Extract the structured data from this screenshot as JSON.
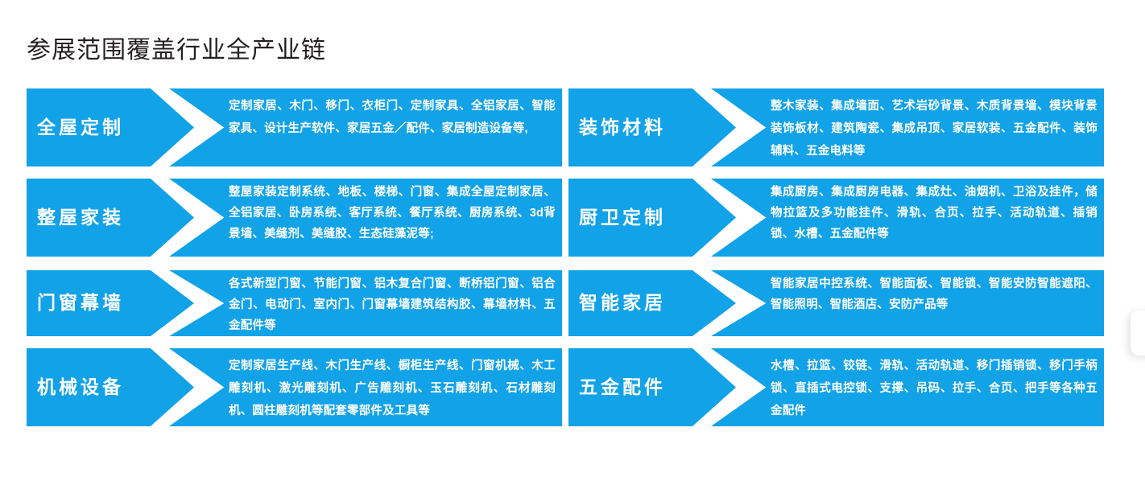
{
  "title": "参展范围覆盖行业全产业链",
  "theme": {
    "accent_blue": "#11a2e8",
    "title_color": "#231f20",
    "text_color": "#ffffff"
  },
  "rows": [
    {
      "left": {
        "label": "全屋定制",
        "description": "定制家居、木门、移门、衣柜门、定制家具、全铝家居、智能家具、设计生产软件、家居五金／配件、家居制造设备等,"
      },
      "right": {
        "label": "装饰材料",
        "description": "整木家装、集成墙面、艺术岩砂背景、木质背景墙、模块背景装饰板材、建筑陶瓷、集成吊顶、家居软装、五金配件、装饰辅料、五金电料等"
      }
    },
    {
      "left": {
        "label": "整屋家装",
        "description": "整屋家装定制系统、地板、楼梯、门窗、集成全屋定制家居、全铝家居、卧房系统、客厅系统、餐厅系统、厨房系统、3d背景墙、美缝剂、美缝胶、生态硅藻泥等;"
      },
      "right": {
        "label": "厨卫定制",
        "description": "集成厨房、集成厨房电器、集成灶、油烟机、卫浴及挂件，储物拉篮及多功能挂件、滑轨、合页、拉手、活动轨道、插销锁、水槽、五金配件等"
      }
    },
    {
      "left": {
        "label": "门窗幕墙",
        "description": "各式新型门窗、节能门窗、铝木复合门窗、断桥铝门窗、铝合金门、电动门、室内门、门窗幕墙建筑结构胶、幕墙材料、五金配件等"
      },
      "right": {
        "label": "智能家居",
        "description": "智能家居中控系统、智能面板、智能锁、智能安防智能遮阳、智能照明、智能酒店、安防产品等"
      }
    },
    {
      "left": {
        "label": "机械设备",
        "description": "定制家居生产线、木门生产线、橱柜生产线、门窗机械、木工雕刻机、激光雕刻机、广告雕刻机、玉石雕刻机、石材雕刻机、圆柱雕刻机等配套零部件及工具等"
      },
      "right": {
        "label": "五金配件",
        "description": "水槽、拉篮、铰链、滑轨、活动轨道、移门插销锁、移门手柄锁、直插式电控锁、支撑、吊码、拉手、合页、把手等各种五金配件"
      }
    }
  ]
}
